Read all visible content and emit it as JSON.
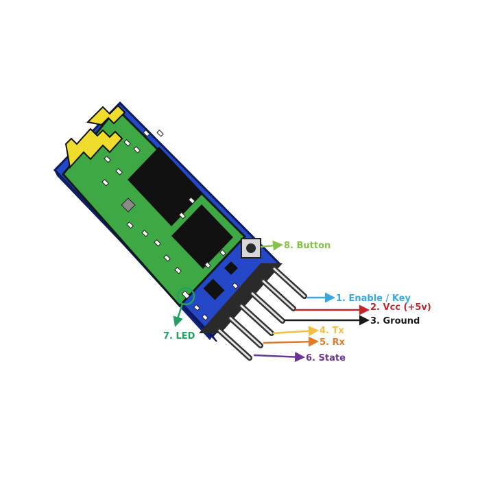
{
  "pins": [
    {
      "id": "enable",
      "label": "1. Enable / Key",
      "color": "#3aa8df"
    },
    {
      "id": "vcc",
      "label": "2. Vcc (+5v)",
      "color": "#c0262a"
    },
    {
      "id": "ground",
      "label": "3. Ground",
      "color": "#1a1a1a"
    },
    {
      "id": "tx",
      "label": "4. Tx",
      "color": "#f3bd3d"
    },
    {
      "id": "rx",
      "label": "5. Rx",
      "color": "#e07b28"
    },
    {
      "id": "state",
      "label": "6. State",
      "color": "#6a3596"
    }
  ],
  "callouts": {
    "led": {
      "label": "7. LED",
      "color": "#22a060"
    },
    "button": {
      "label": "8. Button",
      "color": "#86c24a"
    }
  },
  "colors": {
    "board_blue": "#2448c8",
    "board_blue_dark": "#1c38a4",
    "pcb_green": "#3ea844",
    "antenna_yellow": "#f0dc2c",
    "chip_black": "#111111"
  }
}
